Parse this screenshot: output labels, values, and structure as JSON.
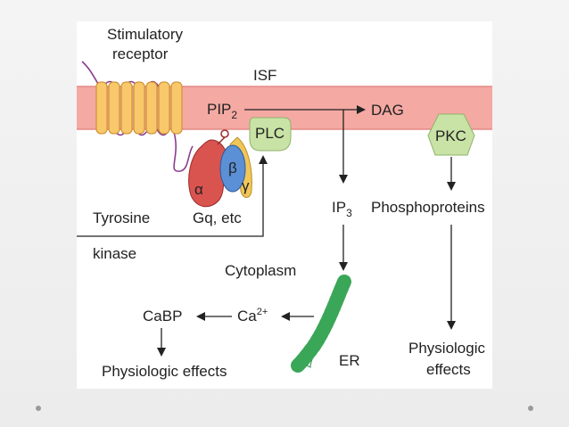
{
  "diagram": {
    "receptor_label_line1": "Stimulatory",
    "receptor_label_line2": "receptor",
    "isf": "ISF",
    "pip": "PIP",
    "pip_sub": "2",
    "dag": "DAG",
    "plc": "PLC",
    "pkc": "PKC",
    "alpha": "α",
    "beta": "β",
    "gamma": "γ",
    "gq": "Gq, etc",
    "tyrosine": "Tyrosine",
    "kinase": "kinase",
    "ip": "IP",
    "ip_sub": "3",
    "phosphoproteins": "Phosphoproteins",
    "cytoplasm": "Cytoplasm",
    "cabp": "CaBP",
    "ca": "Ca",
    "ca_sup": "2+",
    "er": "ER",
    "physio_left": "Physiologic effects",
    "physio_right_line1": "Physiologic",
    "physio_right_line2": "effects"
  },
  "colors": {
    "membrane": "#f4a9a3",
    "membrane_edge": "#e58a86",
    "receptor": "#f8c86a",
    "alpha_subunit": "#d9534f",
    "beta_subunit": "#5b8fd6",
    "gamma_subunit": "#f0c65a",
    "enzyme": "#c8e3a5",
    "er": "#3aa657"
  }
}
